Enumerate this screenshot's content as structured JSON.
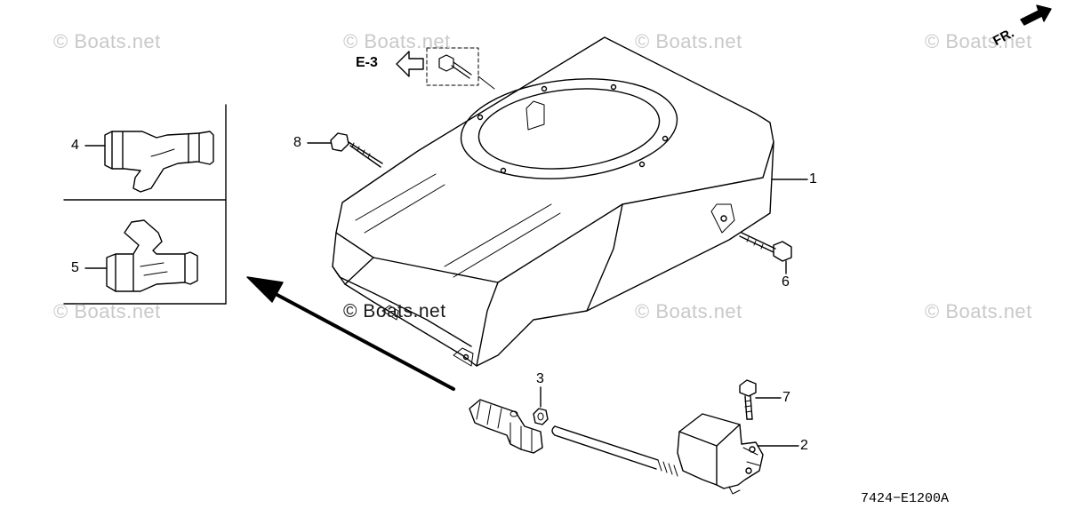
{
  "watermarks": {
    "text": "© Boats.net",
    "main": "© Boats.net"
  },
  "callouts": {
    "c1": "1",
    "c2": "2",
    "c3": "3",
    "c4": "4",
    "c5": "5",
    "c6": "6",
    "c7": "7",
    "c8": "8"
  },
  "reference": "E-3",
  "direction": "FR.",
  "diagram_code": "7424−E1200A",
  "colors": {
    "line": "#000000",
    "watermark": "#c9c9c9",
    "background": "#ffffff"
  }
}
